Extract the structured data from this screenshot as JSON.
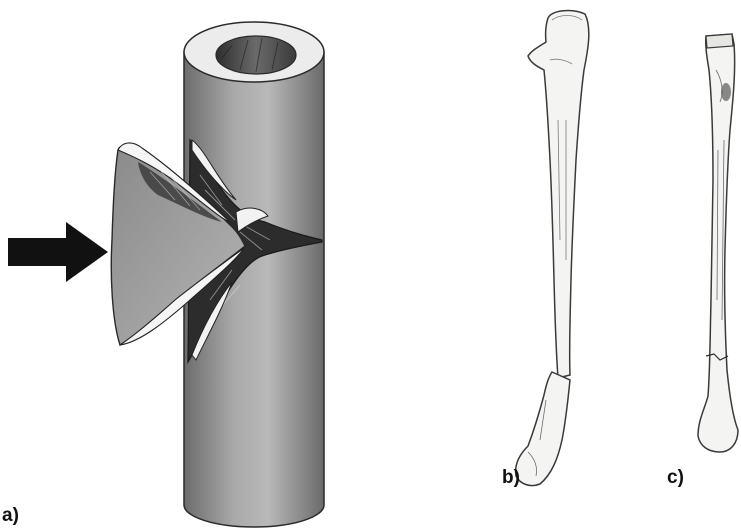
{
  "panels": [
    {
      "id": "a",
      "label": "a)",
      "content": "cylinder-fracture-diagram"
    },
    {
      "id": "b",
      "label": "b)",
      "content": "fractured-long-bone"
    },
    {
      "id": "c",
      "label": "c)",
      "content": "long-bone-hairline-fracture"
    }
  ],
  "colors": {
    "arrow": "#111111",
    "cylinder_dark": "#5e5e5e",
    "cylinder_mid": "#9a9a9a",
    "cylinder_light": "#c8c8c8",
    "bone_fill": "#f4f4f2",
    "bone_outline": "#3a3a3a",
    "label": "#111111"
  }
}
